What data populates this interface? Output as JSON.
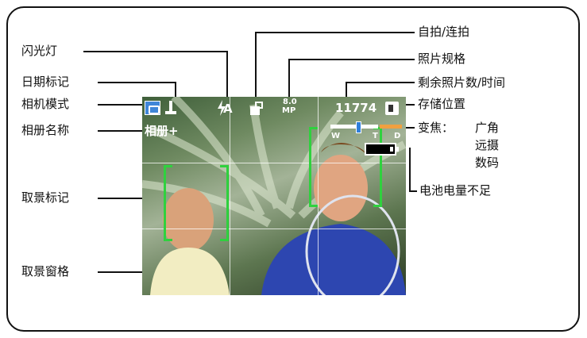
{
  "labels_left": {
    "flash": "闪光灯",
    "date_stamp": "日期标记",
    "camera_mode": "相机模式",
    "album_name": "相册名称",
    "framing_marks": "取景标记",
    "framing_grid": "取景窗格"
  },
  "labels_right": {
    "self_timer_burst": "自拍/连拍",
    "picture_size": "照片规格",
    "pictures_remaining": "剩余照片数/时间",
    "storage_location": "存储位置",
    "zoom_prefix": "变焦：",
    "zoom_wide": "广角",
    "zoom_tele": "远摄",
    "zoom_digital": "数码",
    "low_battery": "电池电量不足"
  },
  "screen": {
    "album_text": "相册+",
    "picture_count": "11774",
    "mp_top": "8.0",
    "mp_bottom": "MP",
    "flash_text": "A",
    "zoom_w": "W",
    "zoom_t": "T",
    "zoom_d": "D"
  },
  "colors": {
    "framing_bracket": "#2fd13e",
    "zoom_digital_bar": "#f0a040",
    "zoom_slider": "#2f7fdc"
  }
}
